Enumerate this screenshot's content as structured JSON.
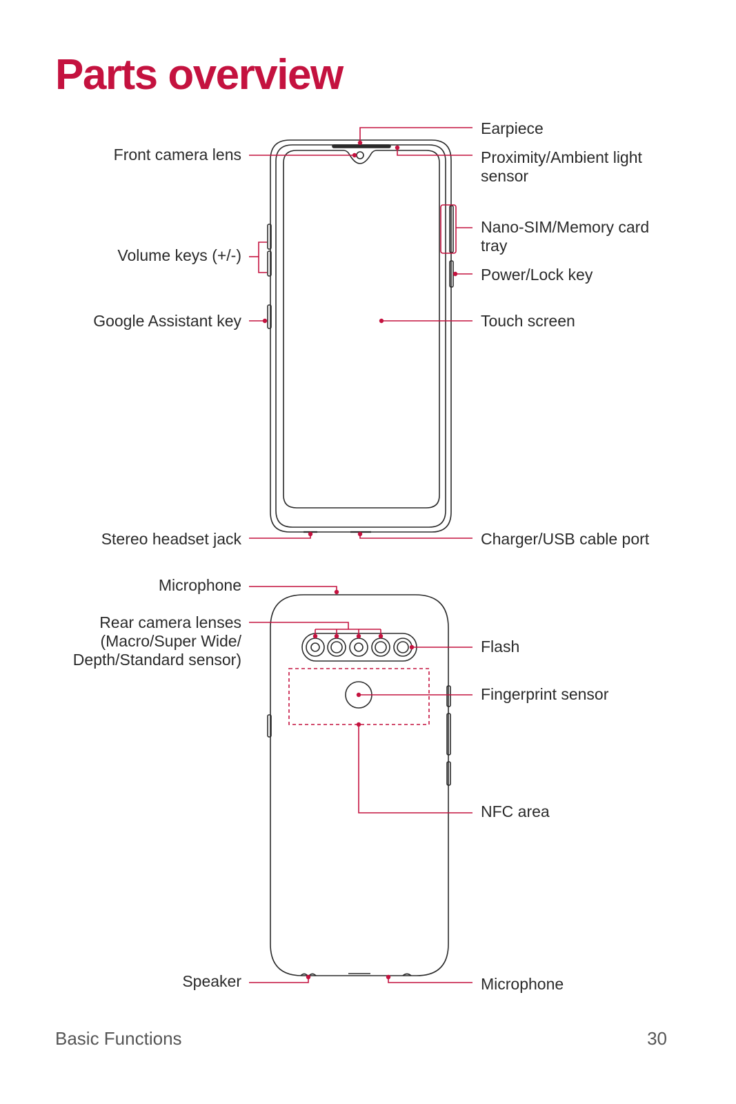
{
  "page": {
    "title": "Parts overview",
    "section": "Basic Functions",
    "page_number": "30"
  },
  "front_labels": {
    "earpiece": "Earpiece",
    "front_camera_lens": "Front camera lens",
    "proximity_sensor": "Proximity/Ambient light sensor",
    "nano_sim_tray": "Nano-SIM/Memory card tray",
    "volume_keys": "Volume keys (+/-)",
    "power_lock_key": "Power/Lock key",
    "google_assistant_key": "Google Assistant key",
    "touch_screen": "Touch screen",
    "stereo_headset_jack": "Stereo headset jack",
    "charger_usb_port": "Charger/USB cable port"
  },
  "back_labels": {
    "microphone_top": "Microphone",
    "rear_camera_lenses": "Rear camera lenses (Macro/Super Wide/ Depth/Standard sensor)",
    "flash": "Flash",
    "fingerprint_sensor": "Fingerprint sensor",
    "nfc_area": "NFC area",
    "speaker": "Speaker",
    "microphone_bottom": "Microphone"
  },
  "colors": {
    "accent": "#c4123f",
    "outline": "#2a2a2a"
  }
}
